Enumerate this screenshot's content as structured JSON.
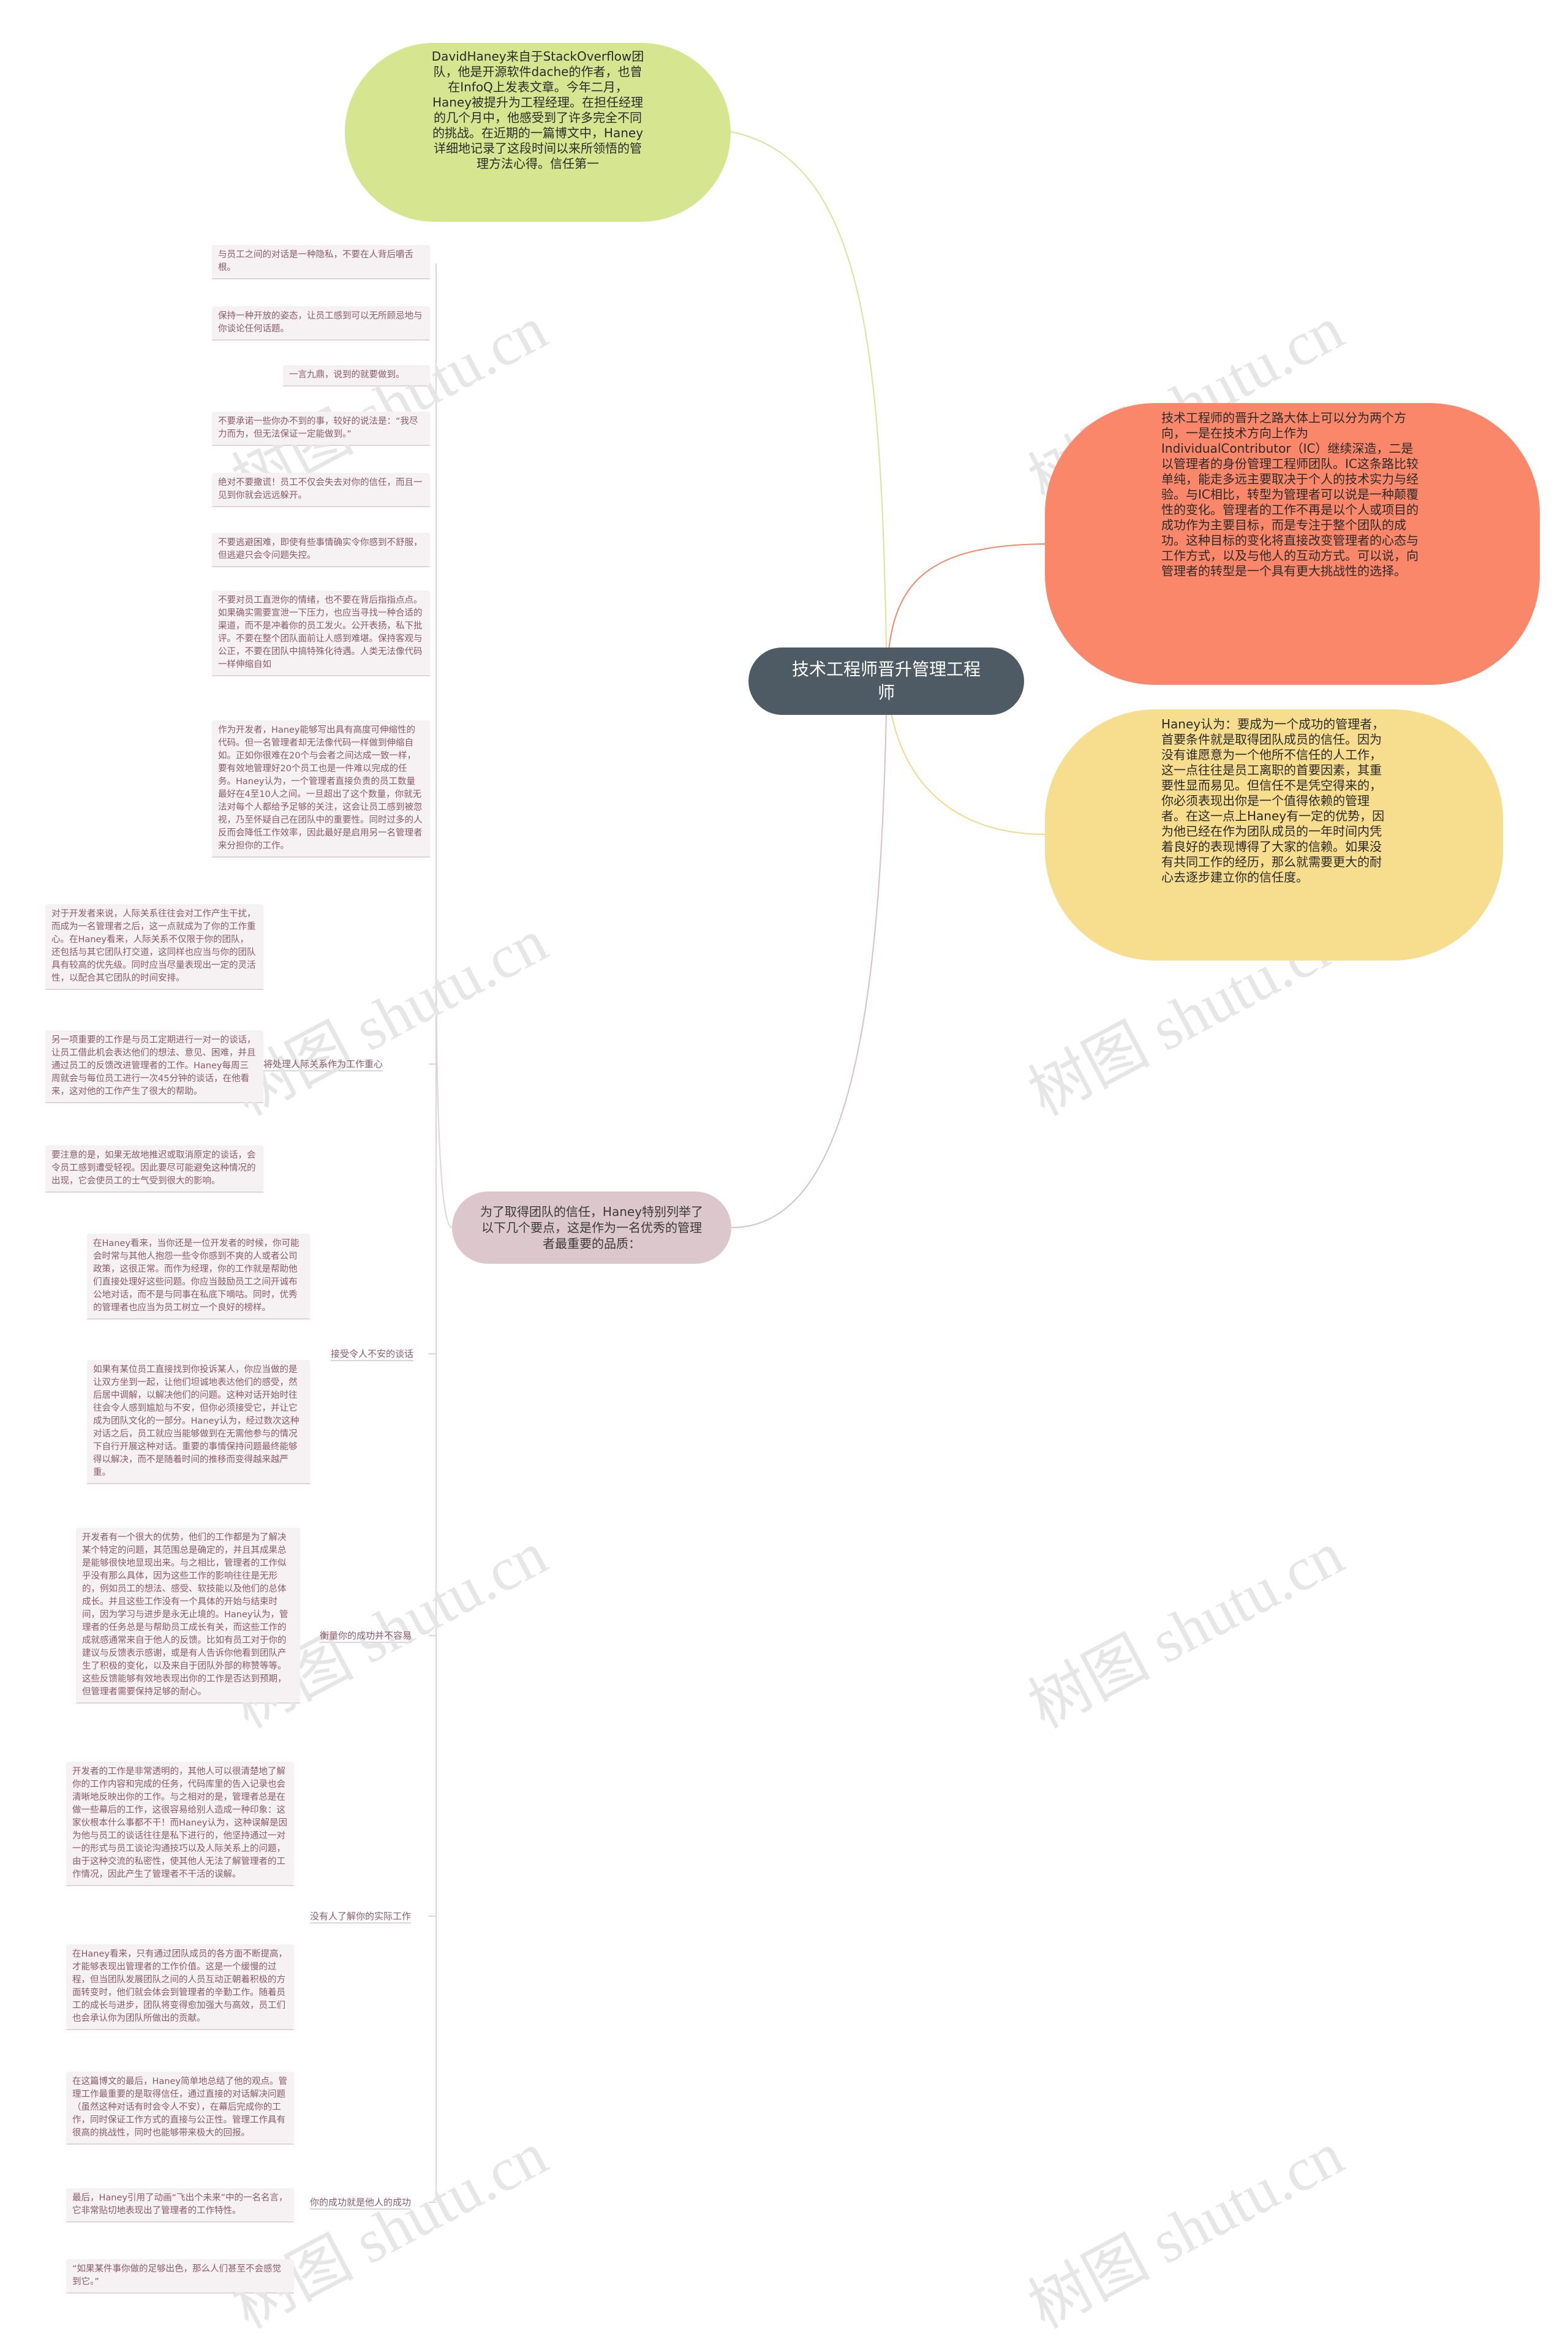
{
  "root": {
    "title": "技术工程师晋升管理工程师"
  },
  "bubbles": {
    "intro": "DavidHaney来自于StackOverflow团队，他是开源软件dache的作者，也曾在InfoQ上发表文章。今年二月，Haney被提升为工程经理。在担任经理的几个月中，他感受到了许多完全不同的挑战。在近期的一篇博文中，Haney详细地记录了这段时间以来所领悟的管理方法心得。信任第一",
    "career": "技术工程师的晋升之路大体上可以分为两个方向，一是在技术方向上作为IndividualContributor（IC）继续深造，二是以管理者的身份管理工程师团队。IC这条路比较单纯，能走多远主要取决于个人的技术实力与经验。与IC相比，转型为管理者可以说是一种颠覆性的变化。管理者的工作不再是以个人或项目的成功作为主要目标，而是专注于整个团队的成功。这种目标的变化将直接改变管理者的心态与工作方式，以及与他人的互动方式。可以说，向管理者的转型是一个具有更大挑战性的选择。",
    "trust": "Haney认为：要成为一个成功的管理者，首要条件就是取得团队成员的信任。因为没有谁愿意为一个他所不信任的人工作，这一点往往是员工离职的首要因素，其重要性显而易见。但信任不是凭空得来的，你必须表现出你是一个值得依赖的管理者。在这一点上Haney有一定的优势，因为他已经在作为团队成员的一年时间内凭着良好的表现博得了大家的信赖。如果没有共同工作的经历，那么就需要更大的耐心去逐步建立你的信任度。",
    "points": "为了取得团队的信任，Haney特别列举了以下几个要点，这是作为一名优秀的管理者最重要的品质："
  },
  "leaves_top": [
    "与员工之间的对话是一种隐私，不要在人背后嚼舌根。",
    "保持一种开放的姿态，让员工感到可以无所顾忌地与你谈论任何话题。",
    "一言九鼎，说到的就要做到。",
    "不要承诺一些你办不到的事，较好的说法是：“我尽力而为，但无法保证一定能做到。”",
    "绝对不要撒谎！员工不仅会失去对你的信任，而且一见到你就会远远躲开。",
    "不要逃避困难，即使有些事情确实令你感到不舒服，但逃避只会令问题失控。",
    "不要对员工直泄你的情绪，也不要在背后指指点点。如果确实需要宣泄一下压力，也应当寻找一种合适的渠道，而不是冲着你的员工发火。公开表扬，私下批评。不要在整个团队面前让人感到难堪。保持客观与公正，不要在团队中搞特殊化待遇。人类无法像代码一样伸缩自如",
    "作为开发者，Haney能够写出具有高度可伸缩性的代码。但一名管理者却无法像代码一样做到伸缩自如。正如你很难在20个与会者之间达成一致一样，要有效地管理好20个员工也是一件难以完成的任务。Haney认为，一个管理者直接负责的员工数量最好在4至10人之间。一旦超出了这个数量，你就无法对每个人都给予足够的关注，这会让员工感到被忽视，乃至怀疑自己在团队中的重要性。同时过多的人反而会降低工作效率，因此最好是启用另一名管理者来分担你的工作。"
  ],
  "groups": [
    {
      "label": "将处理人际关系作为工作重心",
      "leaves": [
        "对于开发者来说，人际关系往往会对工作产生干扰，而成为一名管理者之后，这一点就成为了你的工作重心。在Haney看来，人际关系不仅限于你的团队，还包括与其它团队打交道，这同样也应当与你的团队具有较高的优先级。同时应当尽量表现出一定的灵活性，以配合其它团队的时间安排。",
        "另一项重要的工作是与员工定期进行一对一的谈话，让员工借此机会表达他们的想法、意见、困难，并且通过员工的反馈改进管理者的工作。Haney每周三周就会与每位员工进行一次45分钟的谈话，在他看来，这对他的工作产生了很大的帮助。",
        "要注意的是，如果无故地推迟或取消原定的谈话，会令员工感到遭受轻视。因此要尽可能避免这种情况的出现，它会使员工的士气受到很大的影响。"
      ]
    },
    {
      "label": "接受令人不安的谈话",
      "leaves": [
        "在Haney看来，当你还是一位开发者的时候，你可能会时常与其他人抱怨一些令你感到不爽的人或者公司政策，这很正常。而作为经理，你的工作就是帮助他们直接处理好这些问题。你应当鼓励员工之间开诚布公地对话，而不是与同事在私底下嘀咕。同时，优秀的管理者也应当为员工树立一个良好的榜样。",
        "如果有某位员工直接找到你投诉某人，你应当做的是让双方坐到一起，让他们坦诚地表达他们的感受，然后居中调解，以解决他们的问题。这种对话开始时往往会令人感到尴尬与不安，但你必须接受它，并让它成为团队文化的一部分。Haney认为，经过数次这种对话之后，员工就应当能够做到在无需他参与的情况下自行开展这种对话。重要的事情保持问题最终能够得以解决，而不是随着时间的推移而变得越来越严重。"
      ]
    },
    {
      "label": "衡量你的成功并不容易",
      "leaves": [
        "开发者有一个很大的优势，他们的工作都是为了解决某个特定的问题，其范围总是确定的，并且其成果总是能够很快地显现出来。与之相比，管理者的工作似乎没有那么具体，因为这些工作的影响往往是无形的，例如员工的想法、感受、软技能以及他们的总体成长。并且这些工作没有一个具体的开始与结束时间，因为学习与进步是永无止境的。Haney认为，管理者的任务总是与帮助员工成长有关，而这些工作的成就感通常来自于他人的反馈。比如有员工对于你的建议与反馈表示感谢，或是有人告诉你他看到团队产生了积极的变化，以及来自于团队外部的称赞等等。这些反馈能够有效地表现出你的工作是否达到预期，但管理者需要保持足够的耐心。"
      ]
    },
    {
      "label": "没有人了解你的实际工作",
      "leaves": [
        "开发者的工作是非常透明的，其他人可以很清楚地了解你的工作内容和完成的任务，代码库里的告入记录也会清晰地反映出你的工作。与之相对的是，管理者总是在做一些幕后的工作，这很容易给别人造成一种印象：这家伙根本什么事都不干！而Haney认为，这种误解是因为他与员工的谈话往往是私下进行的，他坚持通过一对一的形式与员工谈论沟通技巧以及人际关系上的问题，由于这种交流的私密性，使其他人无法了解管理者的工作情况，因此产生了管理者不干活的误解。",
        "在Haney看来，只有通过团队成员的各方面不断提高，才能够表现出管理者的工作价值。这是一个缓慢的过程，但当团队发展团队之间的人员互动正朝着积极的方面转变时，他们就会体会到管理者的辛勤工作。随着员工的成长与进步，团队将变得愈加强大与高效，员工们也会承认你为团队所做出的贡献。"
      ]
    },
    {
      "label": "你的成功就是他人的成功",
      "leaves": [
        "在这篇博文的最后，Haney简单地总结了他的观点。管理工作最重要的是取得信任，通过直接的对话解决问题（虽然这种对话有时会令人不安），在幕后完成你的工作，同时保证工作方式的直接与公正性。管理工作具有很高的挑战性，同时也能够带来极大的回报。",
        "最后，Haney引用了动画“飞出个未来”中的一名名言，它非常贴切地表现出了管理者的工作特性。",
        "“如果某件事你做的足够出色，那么人们甚至不会感觉到它。”"
      ]
    }
  ],
  "watermark": "树图 shutu.cn",
  "colors": {
    "root": "#4e5a64",
    "intro": "#d6e590",
    "career": "#fa8769",
    "trust": "#f7dd8e",
    "points": "#dcc7cd",
    "leaf_text": "#8a5b6a",
    "line_green": "#d8e49a",
    "line_red": "#f4876a",
    "line_yellow": "#f2d98a",
    "line_mauve": "#d8c0c8"
  }
}
